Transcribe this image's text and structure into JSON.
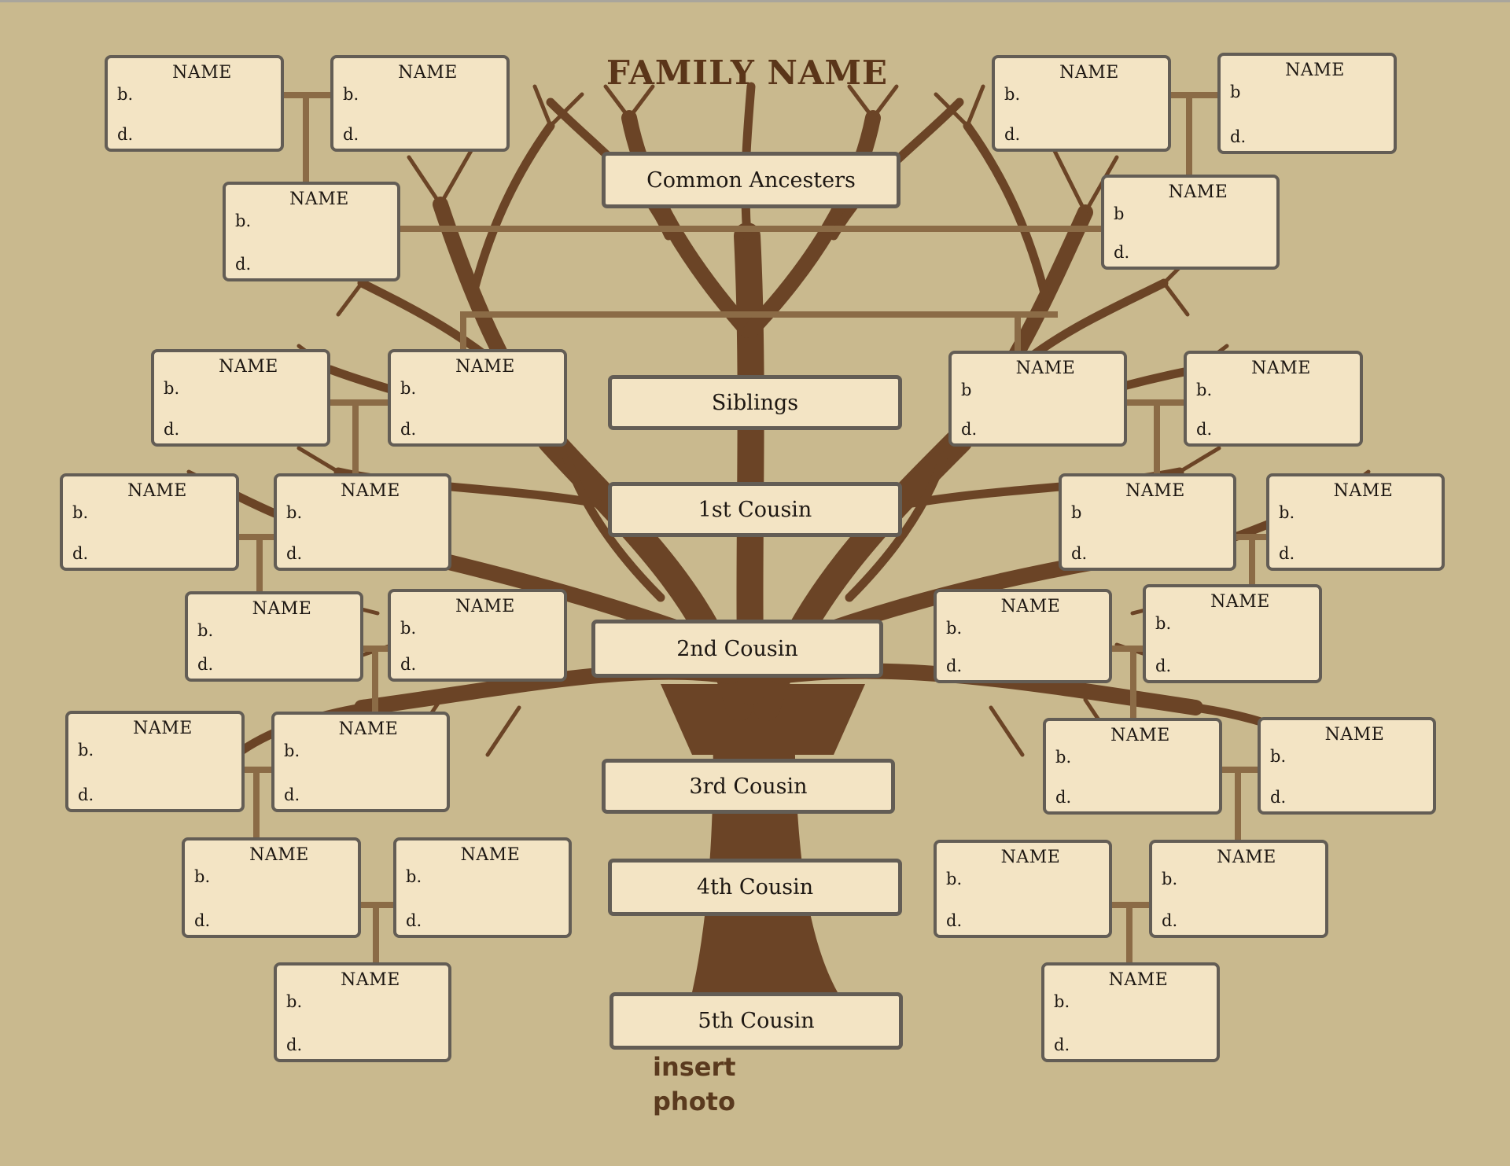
{
  "title": "FAMILY NAME",
  "generations": [
    {
      "key": "common_ancestors",
      "label": "Common Ancesters"
    },
    {
      "key": "siblings",
      "label": "Siblings"
    },
    {
      "key": "cousin1",
      "label": "1st Cousin"
    },
    {
      "key": "cousin2",
      "label": "2nd Cousin"
    },
    {
      "key": "cousin3",
      "label": "3rd Cousin"
    },
    {
      "key": "cousin4",
      "label": "4th Cousin"
    },
    {
      "key": "cousin5",
      "label": "5th Cousin"
    }
  ],
  "photo_placeholder": {
    "line1": "insert",
    "line2": "photo"
  },
  "card_labels": {
    "name": "NAME",
    "born": "b.",
    "died": "d."
  },
  "cards": [
    {
      "name": "NAME",
      "born": "b.",
      "died": "d."
    },
    {
      "name": "NAME",
      "born": "b.",
      "died": "d."
    },
    {
      "name": "NAME",
      "born": "b.",
      "died": "d."
    },
    {
      "name": "NAME",
      "born": "b.",
      "died": "d."
    },
    {
      "name": "NAME",
      "born": "b",
      "died": "d."
    },
    {
      "name": "NAME",
      "born": "b",
      "died": "d."
    },
    {
      "name": "NAME",
      "born": "b.",
      "died": "d."
    },
    {
      "name": "NAME",
      "born": "b.",
      "died": "d."
    },
    {
      "name": "NAME",
      "born": "b",
      "died": "d."
    },
    {
      "name": "NAME",
      "born": "b.",
      "died": "d."
    },
    {
      "name": "NAME",
      "born": "b.",
      "died": "d."
    },
    {
      "name": "NAME",
      "born": "b.",
      "died": "d."
    },
    {
      "name": "NAME",
      "born": "b",
      "died": "d."
    },
    {
      "name": "NAME",
      "born": "b.",
      "died": "d."
    },
    {
      "name": "NAME",
      "born": "b.",
      "died": "d."
    },
    {
      "name": "NAME",
      "born": "b.",
      "died": "d."
    },
    {
      "name": "NAME",
      "born": "b.",
      "died": "d."
    },
    {
      "name": "NAME",
      "born": "b.",
      "died": "d."
    },
    {
      "name": "NAME",
      "born": "b.",
      "died": "d."
    },
    {
      "name": "NAME",
      "born": "b.",
      "died": "d."
    },
    {
      "name": "NAME",
      "born": "b.",
      "died": "d."
    },
    {
      "name": "NAME",
      "born": "b.",
      "died": "d."
    },
    {
      "name": "NAME",
      "born": "b.",
      "died": "d."
    },
    {
      "name": "NAME",
      "born": "b.",
      "died": "d."
    },
    {
      "name": "NAME",
      "born": "b.",
      "died": "d."
    },
    {
      "name": "NAME",
      "born": "b.",
      "died": "d."
    },
    {
      "name": "NAME",
      "born": "b.",
      "died": "d."
    },
    {
      "name": "NAME",
      "born": "b.",
      "died": "d."
    }
  ],
  "colors": {
    "background": "#c9b98e",
    "card_fill": "#f3e4c4",
    "card_border": "#635d55",
    "tree": "#6b4426",
    "connector": "#8b6b46",
    "title": "#5a3519"
  }
}
